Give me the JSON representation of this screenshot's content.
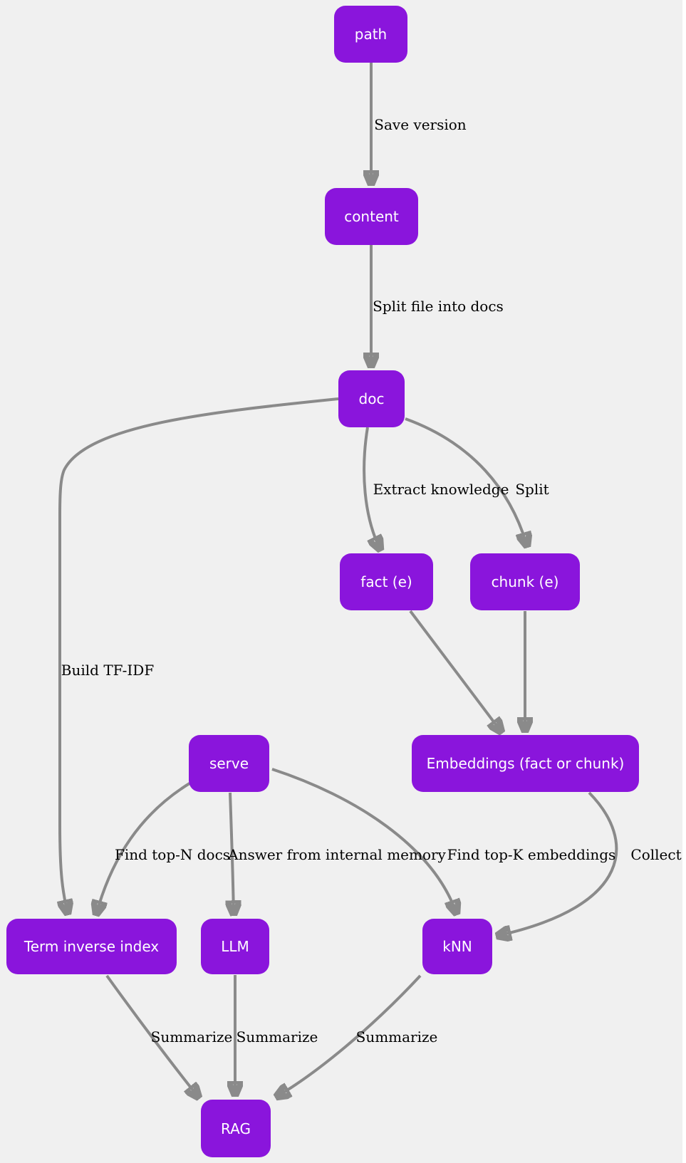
{
  "diagram": {
    "type": "flowchart",
    "background_color": "#f0f0f0",
    "node_fill_color": "#8a15dc",
    "node_text_color": "#ffffff",
    "edge_color": "#8a8a8a",
    "edge_label_color": "#000000"
  },
  "nodes": {
    "path": "path",
    "content": "content",
    "doc": "doc",
    "fact": "fact (e)",
    "chunk": "chunk (e)",
    "serve": "serve",
    "embeddings": "Embeddings (fact or chunk)",
    "term_inverse_index": "Term inverse index",
    "llm": "LLM",
    "knn": "kNN",
    "rag": "RAG"
  },
  "connections": [
    {
      "from": "path",
      "to": "content",
      "label": "Save version"
    },
    {
      "from": "content",
      "to": "doc",
      "label": "Split file into docs"
    },
    {
      "from": "doc",
      "to": "fact",
      "label": "Extract knowledge"
    },
    {
      "from": "doc",
      "to": "chunk",
      "label": "Split"
    },
    {
      "from": "doc",
      "to": "term_inverse_index",
      "label": "Build TF-IDF"
    },
    {
      "from": "fact",
      "to": "embeddings",
      "label": ""
    },
    {
      "from": "chunk",
      "to": "embeddings",
      "label": ""
    },
    {
      "from": "serve",
      "to": "term_inverse_index",
      "label": "Find top-N docs"
    },
    {
      "from": "serve",
      "to": "llm",
      "label": "Answer from internal memory"
    },
    {
      "from": "serve",
      "to": "knn",
      "label": "Find top-K embeddings"
    },
    {
      "from": "embeddings",
      "to": "knn",
      "label": "Collect"
    },
    {
      "from": "term_inverse_index",
      "to": "rag",
      "label": "Summarize"
    },
    {
      "from": "llm",
      "to": "rag",
      "label": "Summarize"
    },
    {
      "from": "knn",
      "to": "rag",
      "label": "Summarize"
    }
  ]
}
